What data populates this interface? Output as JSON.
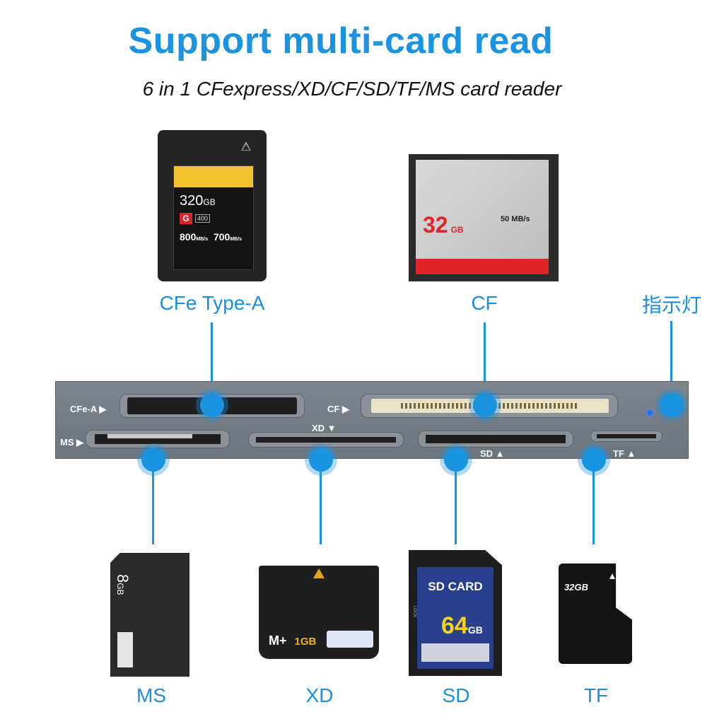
{
  "header": {
    "title": "Support multi-card read",
    "subtitle": "6 in 1 CFexpress/XD/CF/SD/TF/MS card reader"
  },
  "top_labels": {
    "cfe": "CFe Type-A",
    "cf": "CF",
    "indicator": "指示灯"
  },
  "bottom_labels": {
    "ms": "MS",
    "xd": "XD",
    "sd": "SD",
    "tf": "TF"
  },
  "panel_labels": {
    "cfe": "CFe-A ▶",
    "cf": "CF ▶",
    "ms": "MS ▶",
    "xd": "XD ▼",
    "sd": "SD ▲",
    "tf": "TF ▲"
  },
  "cards": {
    "cfe": {
      "capacity": "320",
      "unit": "GB",
      "badge": "G",
      "badge2": "400",
      "read": "800",
      "read_unit": "MB/s",
      "write": "700",
      "write_unit": "MB/s"
    },
    "cf": {
      "capacity": "32",
      "unit": "GB",
      "speed": "50 MB/s"
    },
    "ms": {
      "capacity": "8",
      "unit": "GB"
    },
    "xd": {
      "brand": "M+",
      "capacity": "1GB"
    },
    "sd": {
      "title": "SD CARD",
      "capacity": "64",
      "unit": "GB",
      "lock": "LOCK"
    },
    "tf": {
      "capacity": "32GB"
    }
  },
  "colors": {
    "accent": "#1a93e0",
    "panel": "#717a84",
    "cf_red": "#e0252a",
    "cfe_gold": "#f2c12e"
  }
}
